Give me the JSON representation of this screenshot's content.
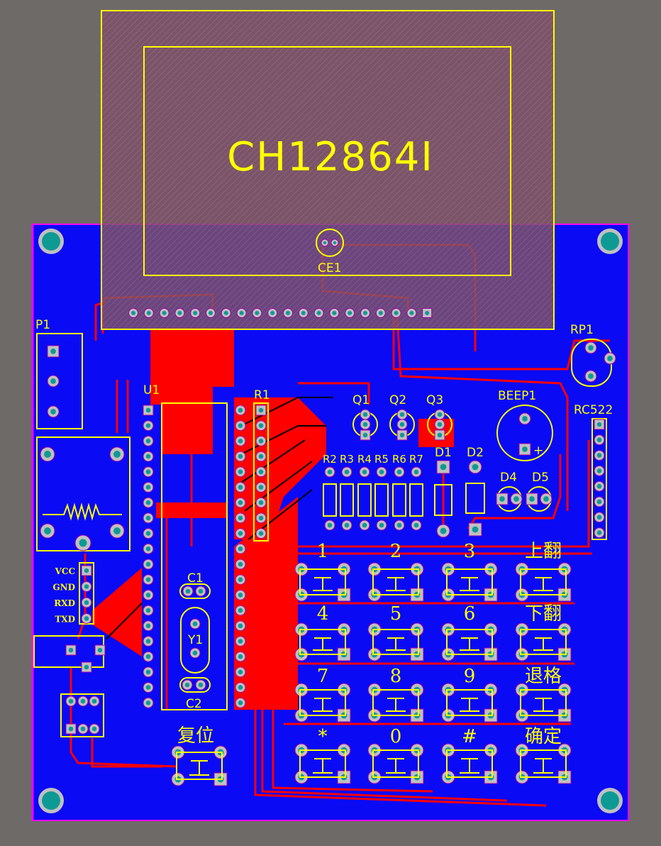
{
  "lcd": {
    "label": "CH12864I"
  },
  "components": {
    "ce1": "CE1",
    "p1": "P1",
    "u1": "U1",
    "r1": "R1",
    "rp1": "RP1",
    "rc522": "RC522",
    "q1": "Q1",
    "q2": "Q2",
    "q3": "Q3",
    "beep1": "BEEP1",
    "d1": "D1",
    "d2": "D2",
    "d4": "D4",
    "d5": "D5",
    "c1": "C1",
    "c2": "C2",
    "y1": "Y1",
    "resistors": [
      "R2",
      "R3",
      "R4",
      "R5",
      "R6",
      "R7"
    ],
    "reset": "复位",
    "beep_plus": "+"
  },
  "uart_labels": [
    "VCC",
    "GND",
    "RXD",
    "TXD"
  ],
  "keypad": [
    "1",
    "2",
    "3",
    "上翻",
    "4",
    "5",
    "6",
    "下翻",
    "7",
    "8",
    "9",
    "退格",
    "*",
    "0",
    "#",
    "确定"
  ],
  "colors": {
    "board": "#0a0af5",
    "trace": "#ff0000",
    "silk": "#ffff00",
    "pad": "#c0c0c0",
    "hole": "#0e9a94",
    "outline": "#ff00ff",
    "background": "#6e6a68"
  }
}
